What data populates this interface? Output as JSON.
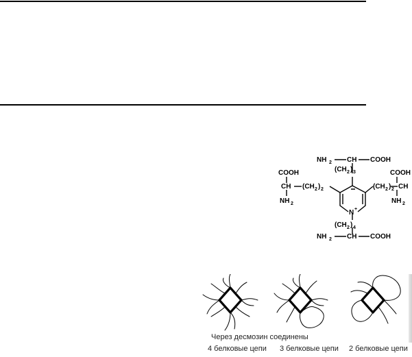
{
  "desmosine": {
    "top_amine": "NH",
    "top_amine_sub": "2",
    "top_ch": "CH",
    "top_cooh": "COOH",
    "top_chain": "(CH",
    "top_chain_sub": "2",
    "top_chain_close": ")",
    "top_chain_n": "3",
    "left_cooh": "COOH",
    "left_ch": "CH",
    "left_nh": "NH",
    "left_nh_sub": "2",
    "left_chain": "(CH",
    "left_chain_sub": "2",
    "left_chain_close": ")",
    "left_chain_n": "2",
    "right_cooh": "COOH",
    "right_ch": "CH",
    "right_nh": "NH",
    "right_nh_sub": "2",
    "right_chain": "(CH",
    "right_chain_sub": "2",
    "right_chain_close": ")",
    "right_chain_n": "2",
    "ring_n": "N",
    "ring_plus": "+",
    "bottom_chain": "(CH",
    "bottom_chain_sub": "2",
    "bottom_chain_close": ")",
    "bottom_chain_n": "4",
    "bottom_amine": "NH",
    "bottom_amine_sub": "2",
    "bottom_ch": "CH",
    "bottom_cooh": "COOH"
  },
  "caption": {
    "heading": "Через десмозин соединены",
    "four_chains": "4 белковые цепи",
    "three_chains": "3 белковые цепи",
    "two_chains": "2 белковые цепи"
  }
}
